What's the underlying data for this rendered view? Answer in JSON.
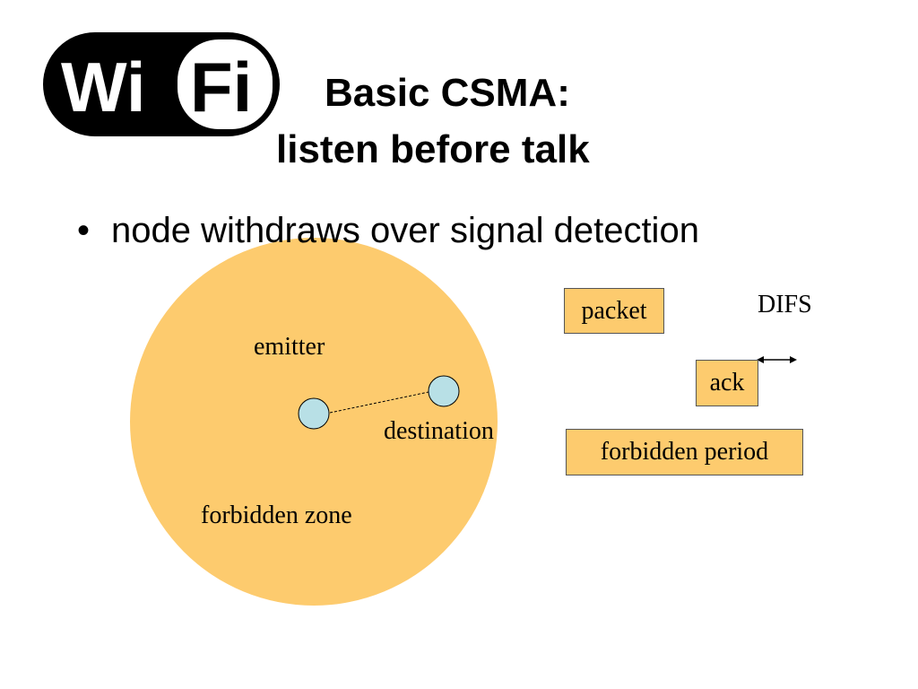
{
  "logo": {
    "text_left": "Wi",
    "text_right": "Fi"
  },
  "title": {
    "line1": "Basic CSMA:",
    "line2": "listen before talk"
  },
  "bullets": [
    {
      "symbol": "•",
      "text": "node withdraws over signal detection"
    }
  ],
  "diagram": {
    "zone_color": "#fdcb6e",
    "node_color": "#b8e0e6",
    "labels": {
      "emitter": "emitter",
      "destination": "destination",
      "forbidden_zone": "forbidden zone"
    }
  },
  "timing": {
    "packet_label": "packet",
    "ack_label": "ack",
    "difs_label": "DIFS",
    "forbidden_period_label": "forbidden period"
  }
}
